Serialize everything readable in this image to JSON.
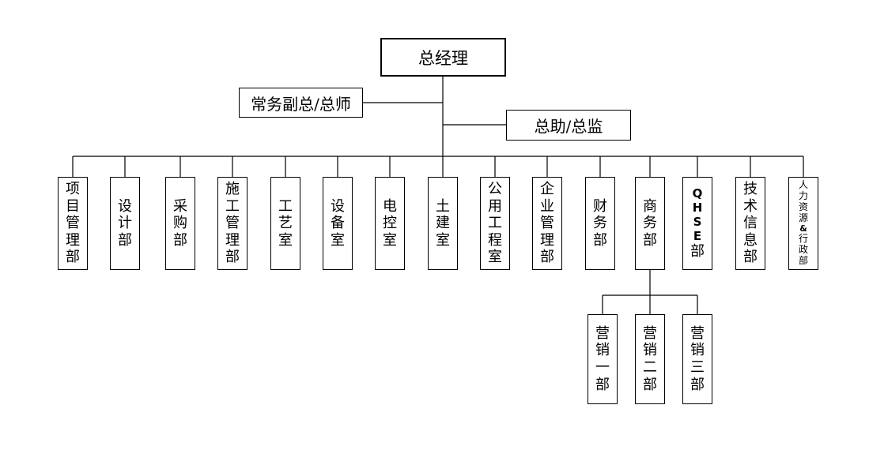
{
  "org_chart": {
    "top": "总经理",
    "deputy": "常务副总/总师",
    "assistant": "总助/总监",
    "departments": [
      {
        "chars": [
          "项",
          "目",
          "管",
          "理",
          "部"
        ]
      },
      {
        "chars": [
          "设",
          "计",
          "部"
        ]
      },
      {
        "chars": [
          "采",
          "购",
          "部"
        ]
      },
      {
        "chars": [
          "施",
          "工",
          "管",
          "理",
          "部"
        ]
      },
      {
        "chars": [
          "工",
          "艺",
          "室"
        ]
      },
      {
        "chars": [
          "设",
          "备",
          "室"
        ]
      },
      {
        "chars": [
          "电",
          "控",
          "室"
        ]
      },
      {
        "chars": [
          "土",
          "建",
          "室"
        ]
      },
      {
        "chars": [
          "公",
          "用",
          "工",
          "程",
          "室"
        ]
      },
      {
        "chars": [
          "企",
          "业",
          "管",
          "理",
          "部"
        ]
      },
      {
        "chars": [
          "财",
          "务",
          "部"
        ]
      },
      {
        "chars": [
          "商",
          "务",
          "部"
        ]
      },
      {
        "chars": [
          "Q",
          "H",
          "S",
          "E",
          "部"
        ]
      },
      {
        "chars": [
          "技",
          "术",
          "信",
          "息",
          "部"
        ]
      },
      {
        "chars": [
          "人",
          "力",
          "资",
          "源",
          "&",
          "行",
          "政",
          "部"
        ]
      }
    ],
    "sales_units": [
      {
        "chars": [
          "营",
          "销",
          "一",
          "部"
        ]
      },
      {
        "chars": [
          "营",
          "销",
          "二",
          "部"
        ]
      },
      {
        "chars": [
          "营",
          "销",
          "三",
          "部"
        ]
      }
    ]
  }
}
